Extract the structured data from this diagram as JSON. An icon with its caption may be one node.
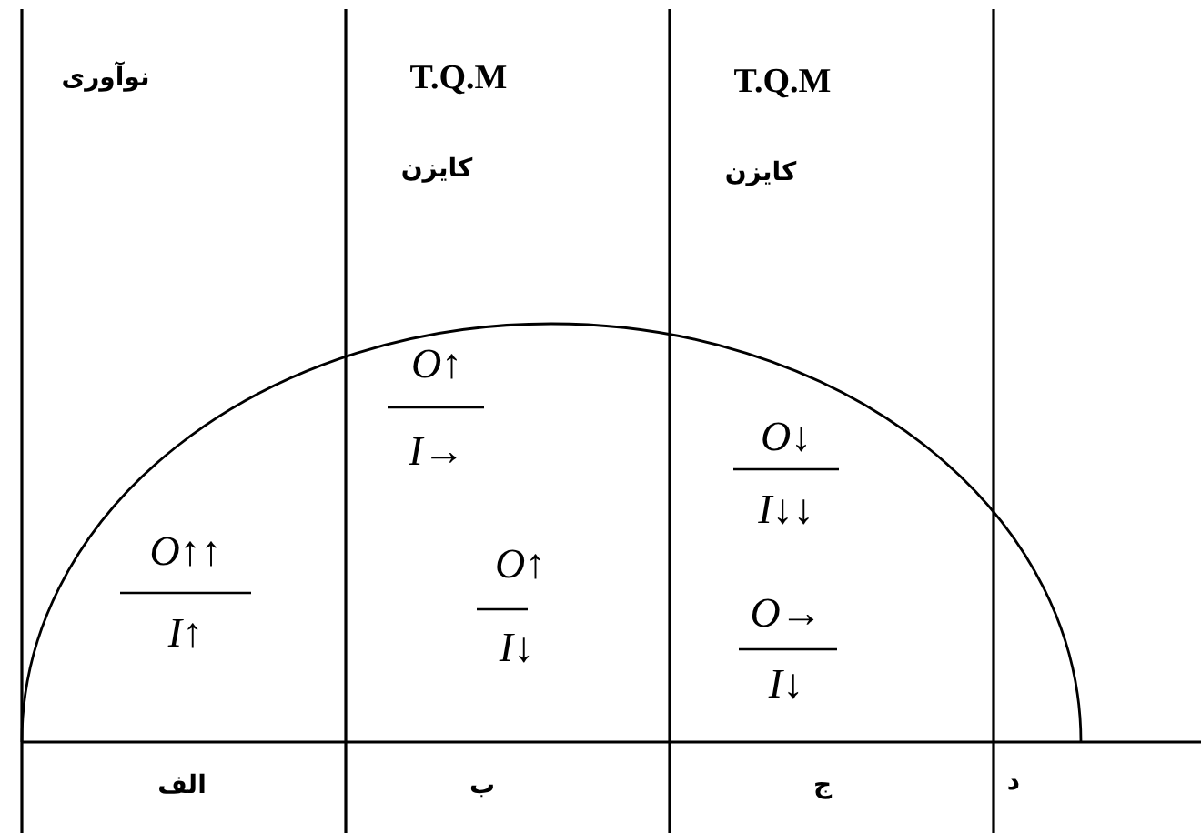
{
  "diagram": {
    "labels": [
      "نوآوری",
      "T.Q.M",
      "کایزن",
      "T.Q.M",
      "کایزن",
      "O↑",
      "I→",
      "O↓",
      "I↓↓",
      "O↑↑",
      "I↑",
      "O↑",
      "I↓",
      "O→",
      "I↓",
      "الف",
      "ب",
      "ج",
      "د"
    ]
  }
}
